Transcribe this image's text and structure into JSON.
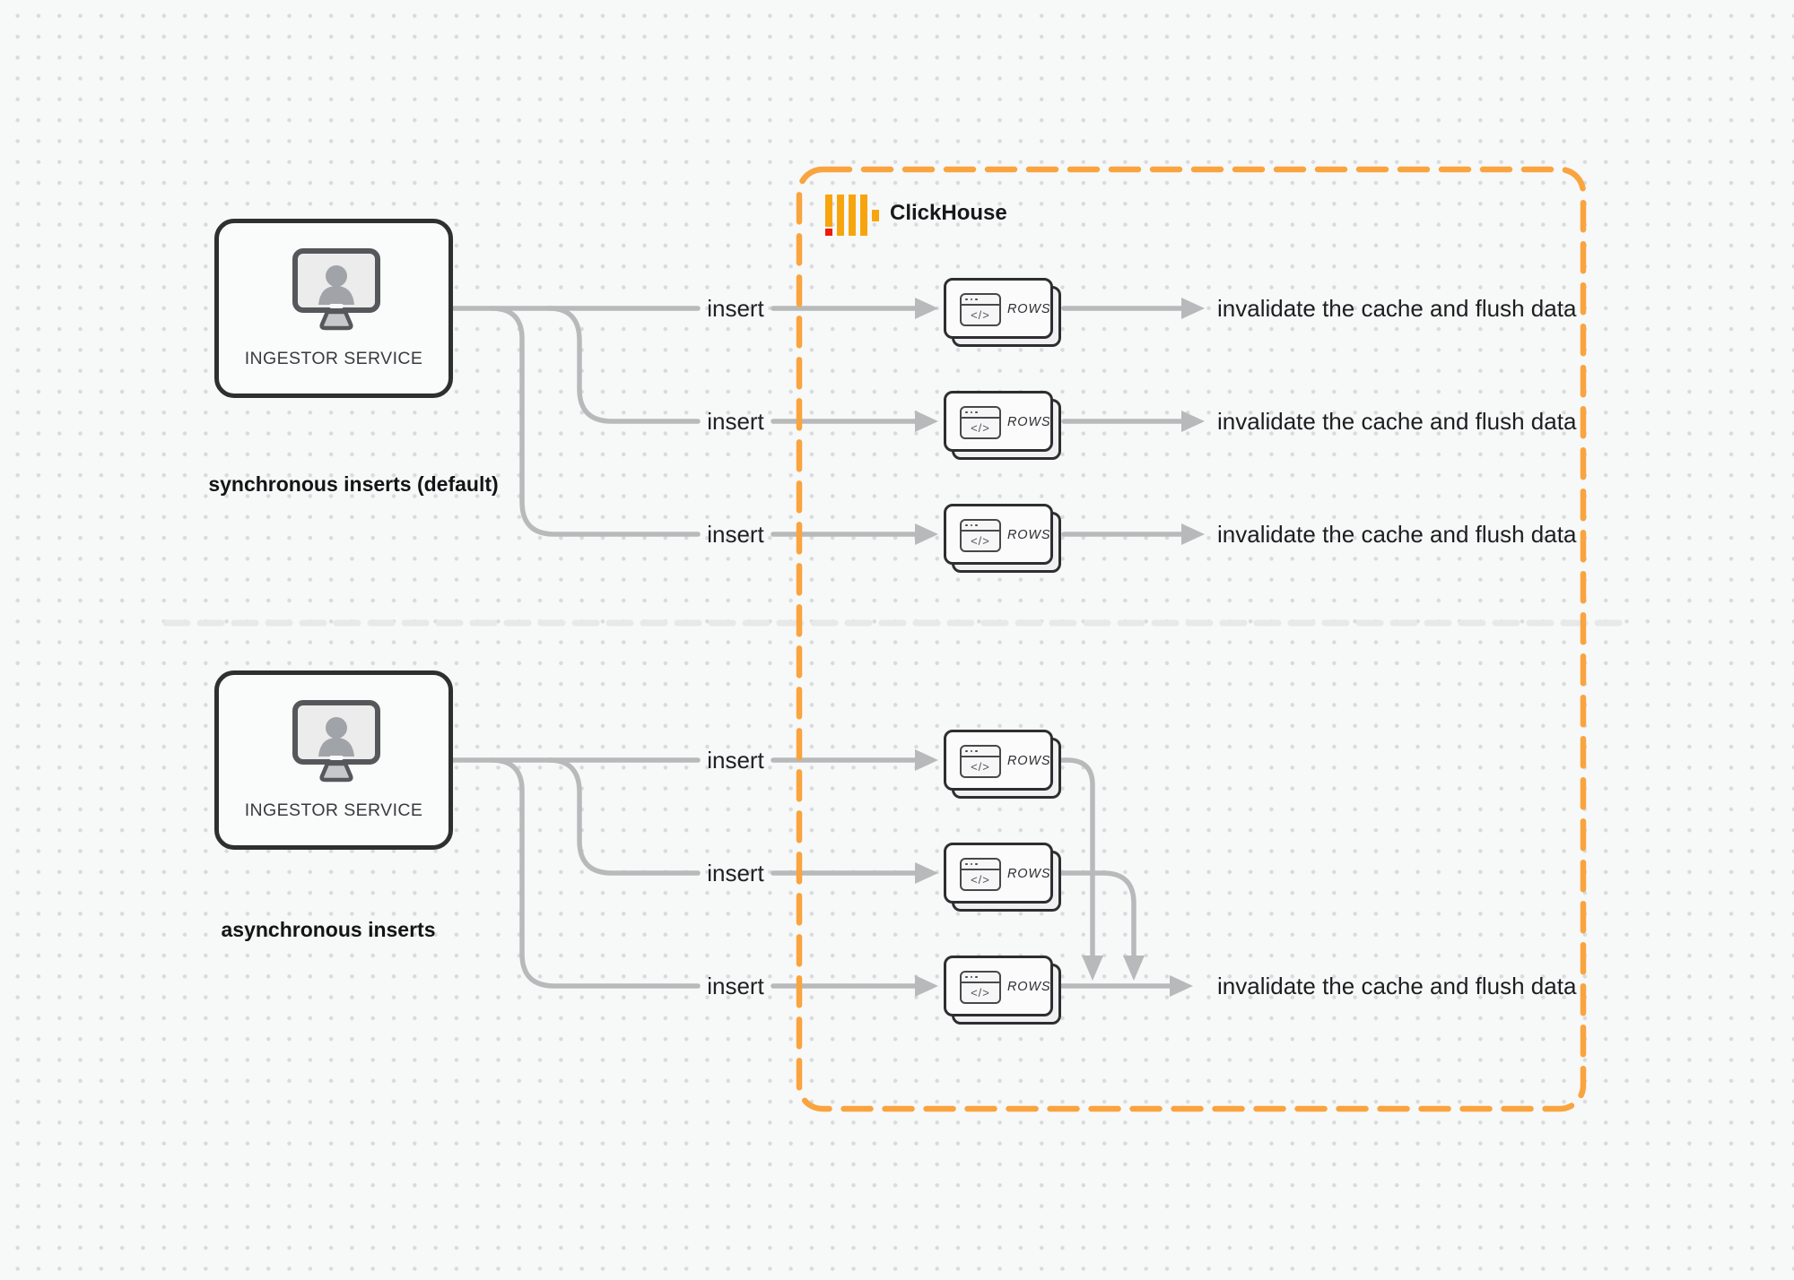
{
  "colors": {
    "background": "#f7f8f8",
    "grid_dot": "#d9dadd",
    "connector_gray": "#b8b9ba",
    "box_border_dark": "#2f2f30",
    "clickhouse_orange": "#f9a43f",
    "logo_yellow": "#f7a50e",
    "logo_red": "#ed1b0c",
    "divider_gray": "#e7e8e9"
  },
  "clickhouse_box": {
    "label": "ClickHouse"
  },
  "icons": {
    "code_glyph": "</>"
  },
  "sync_section": {
    "caption": "synchronous inserts (default)",
    "service": {
      "label": "INGESTOR SERVICE"
    },
    "flows": [
      {
        "insert": "insert",
        "rows": "ROWS",
        "result": "invalidate the cache and flush data"
      },
      {
        "insert": "insert",
        "rows": "ROWS",
        "result": "invalidate the cache and flush data"
      },
      {
        "insert": "insert",
        "rows": "ROWS",
        "result": "invalidate the cache and flush data"
      }
    ]
  },
  "async_section": {
    "caption": "asynchronous inserts",
    "service": {
      "label": "INGESTOR SERVICE"
    },
    "flows": [
      {
        "insert": "insert",
        "rows": "ROWS"
      },
      {
        "insert": "insert",
        "rows": "ROWS"
      },
      {
        "insert": "insert",
        "rows": "ROWS",
        "result": "invalidate the cache and flush data"
      }
    ]
  }
}
